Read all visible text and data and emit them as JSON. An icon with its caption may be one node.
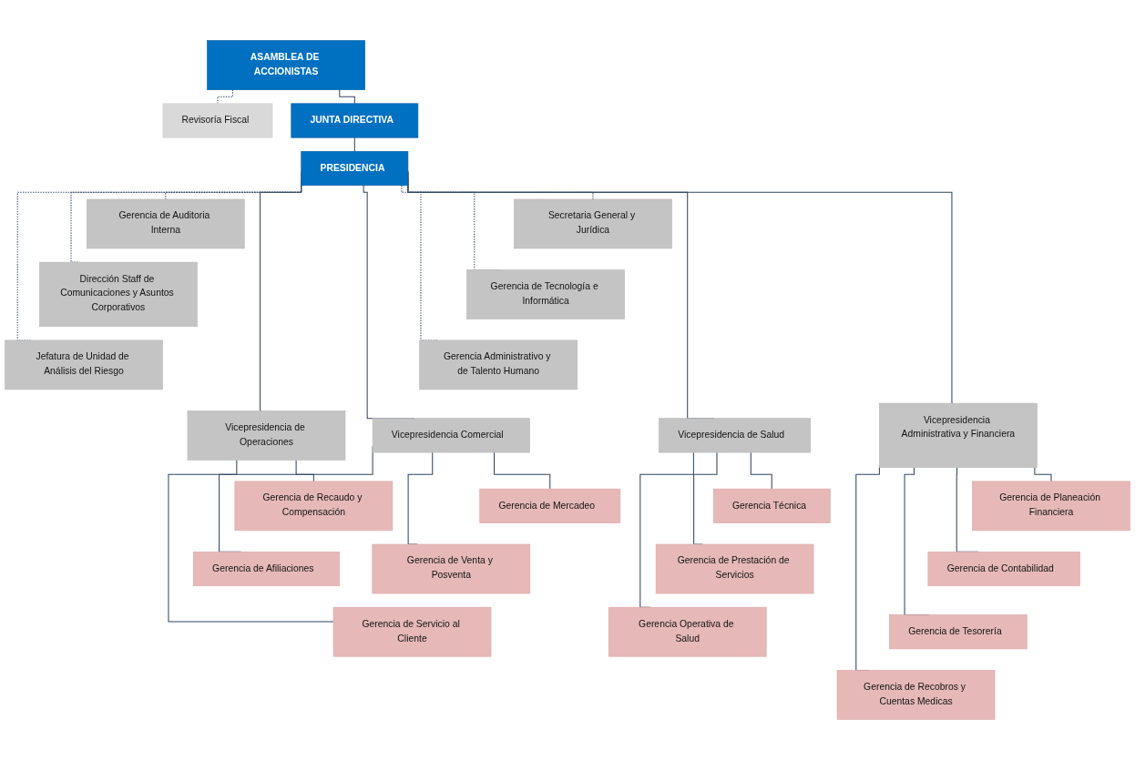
{
  "diagram": {
    "nodes": [
      {
        "text": [
          "ASAMBLEA DE ACCIONISTAS"
        ]
      },
      {
        "text": [
          "Revisoría Fiscal"
        ]
      },
      {
        "text": [
          "JUNTA DIRECTIVA"
        ]
      },
      {
        "text": [
          "PRESIDENCIA"
        ]
      },
      {
        "text": [
          "Gerencia de Auditoria Interna"
        ]
      },
      {
        "text": [
          "Secretaria General y Jurídica"
        ]
      },
      {
        "text": [
          "Dirección Staff de Comunicaciones y Asuntos Corporativos"
        ]
      },
      {
        "text": [
          "Gerencia de Tecnología e Informática"
        ]
      },
      {
        "text": [
          "Jefatura de Unidad de Análisis del Riesgo"
        ]
      },
      {
        "text": [
          "Gerencia Administrativo y de Talento Humano"
        ]
      },
      {
        "text": [
          "Vicepresidencia Comercial"
        ]
      },
      {
        "text": [
          "Vicepresidencia de Operaciones"
        ]
      },
      {
        "text": [
          "Vicepresidencia de Salud"
        ]
      },
      {
        "text": [
          "Vicepresidencia Administrativa y Financiera"
        ]
      },
      {
        "text": [
          "Gerencia de Mercadeo"
        ]
      },
      {
        "text": [
          "Gerencia de Venta y Posventa"
        ]
      },
      {
        "text": [
          "Gerencia de Servicio al Cliente"
        ]
      },
      {
        "text": [
          "Gerencia de Recaudo y Compensación"
        ]
      },
      {
        "text": [
          "Gerencia de Afiliaciones"
        ]
      },
      {
        "text": [
          "Gerencia Técnica"
        ]
      },
      {
        "text": [
          "Gerencia de Prestación de Servicios"
        ]
      },
      {
        "text": [
          "Gerencia Operativa de Salud"
        ]
      },
      {
        "text": [
          "Gerencia de Planeación Financiera"
        ]
      },
      {
        "text": [
          "Gerencia de Contabilidad"
        ]
      },
      {
        "text": [
          "Gerencia de Tesorería"
        ]
      },
      {
        "text": [
          "Gerencia de Recobros y Cuentas Medicas"
        ]
      }
    ],
    "edges": [
      {
        "from": 0,
        "to": 1,
        "arrow": "none",
        "style": "dashed"
      },
      {
        "from": 0,
        "to": 2,
        "arrow": "none"
      },
      {
        "from": 2,
        "to": 3,
        "arrow": "none"
      },
      {
        "from": 3,
        "to": 4,
        "arrow": "none",
        "style": "dashed"
      },
      {
        "from": 3,
        "to": 5,
        "arrow": "none",
        "style": "dashed"
      },
      {
        "from": 3,
        "to": 6,
        "arrow": "none",
        "style": "dashed"
      },
      {
        "from": 3,
        "to": 7,
        "arrow": "none",
        "style": "dashed"
      },
      {
        "from": 3,
        "to": 8,
        "arrow": "none",
        "style": "dashed"
      },
      {
        "from": 3,
        "to": 9,
        "arrow": "none",
        "style": "dashed"
      },
      {
        "from": 3,
        "to": 10,
        "arrow": "none"
      },
      {
        "from": 3,
        "to": 11,
        "arrow": "none"
      },
      {
        "from": 3,
        "to": 12,
        "arrow": "none"
      },
      {
        "from": 3,
        "to": 13,
        "arrow": "none"
      },
      {
        "from": 10,
        "to": 14,
        "arrow": "none"
      },
      {
        "from": 10,
        "to": 15,
        "arrow": "none"
      },
      {
        "from": 10,
        "to": 16,
        "arrow": "none"
      },
      {
        "from": 11,
        "to": 17,
        "arrow": "none"
      },
      {
        "from": 11,
        "to": 18,
        "arrow": "none"
      },
      {
        "from": 12,
        "to": 19,
        "arrow": "none"
      },
      {
        "from": 12,
        "to": 20,
        "arrow": "none"
      },
      {
        "from": 12,
        "to": 21,
        "arrow": "none"
      },
      {
        "from": 13,
        "to": 22,
        "arrow": "none"
      },
      {
        "from": 13,
        "to": 23,
        "arrow": "none"
      },
      {
        "from": 13,
        "to": 24,
        "arrow": "none"
      },
      {
        "from": 13,
        "to": 25,
        "arrow": "none"
      }
    ]
  }
}
